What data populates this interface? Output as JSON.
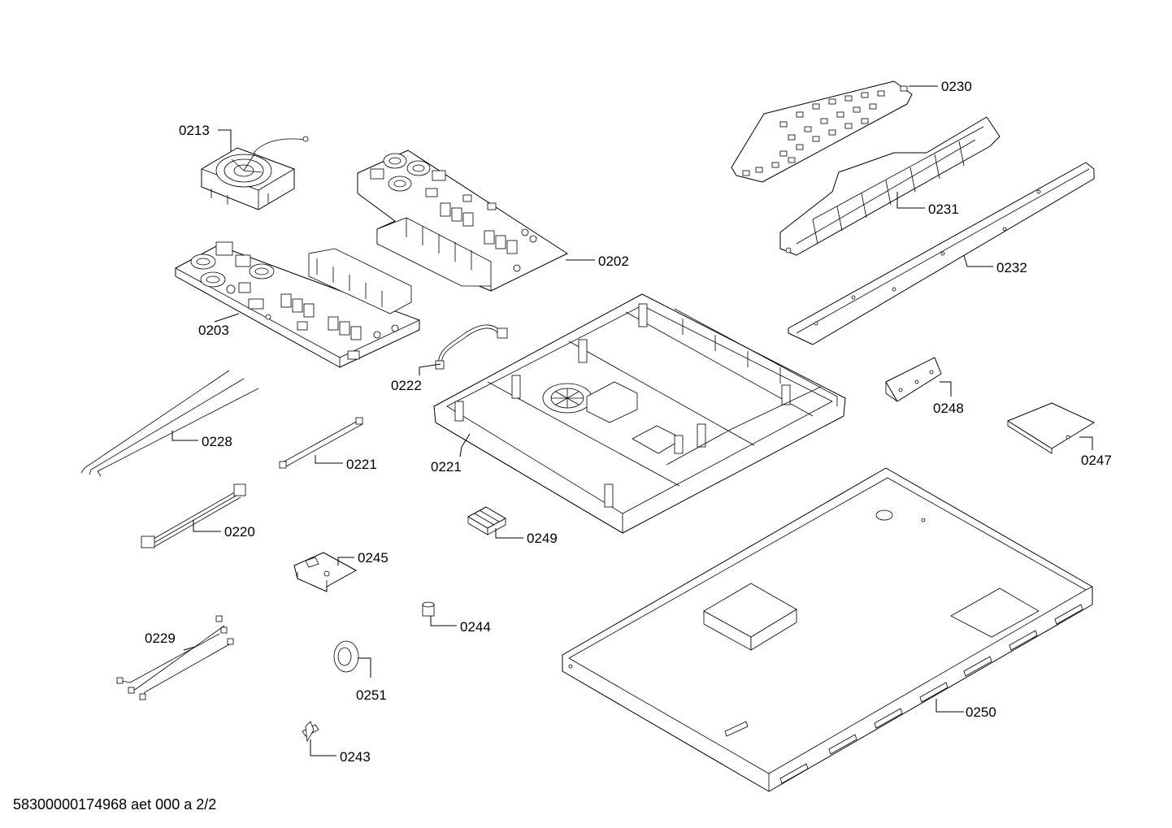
{
  "callouts": {
    "c0213": "0213",
    "c0202": "0202",
    "c0203": "0203",
    "c0222": "0222",
    "c0228": "0228",
    "c0221a": "0221",
    "c0221b": "0221",
    "c0220": "0220",
    "c0245": "0245",
    "c0249": "0249",
    "c0229": "0229",
    "c0244": "0244",
    "c0251": "0251",
    "c0243": "0243",
    "c0230": "0230",
    "c0231": "0231",
    "c0232": "0232",
    "c0248": "0248",
    "c0247": "0247",
    "c0250": "0250"
  },
  "footer": "58300000174968 aet 000 a 2/2"
}
